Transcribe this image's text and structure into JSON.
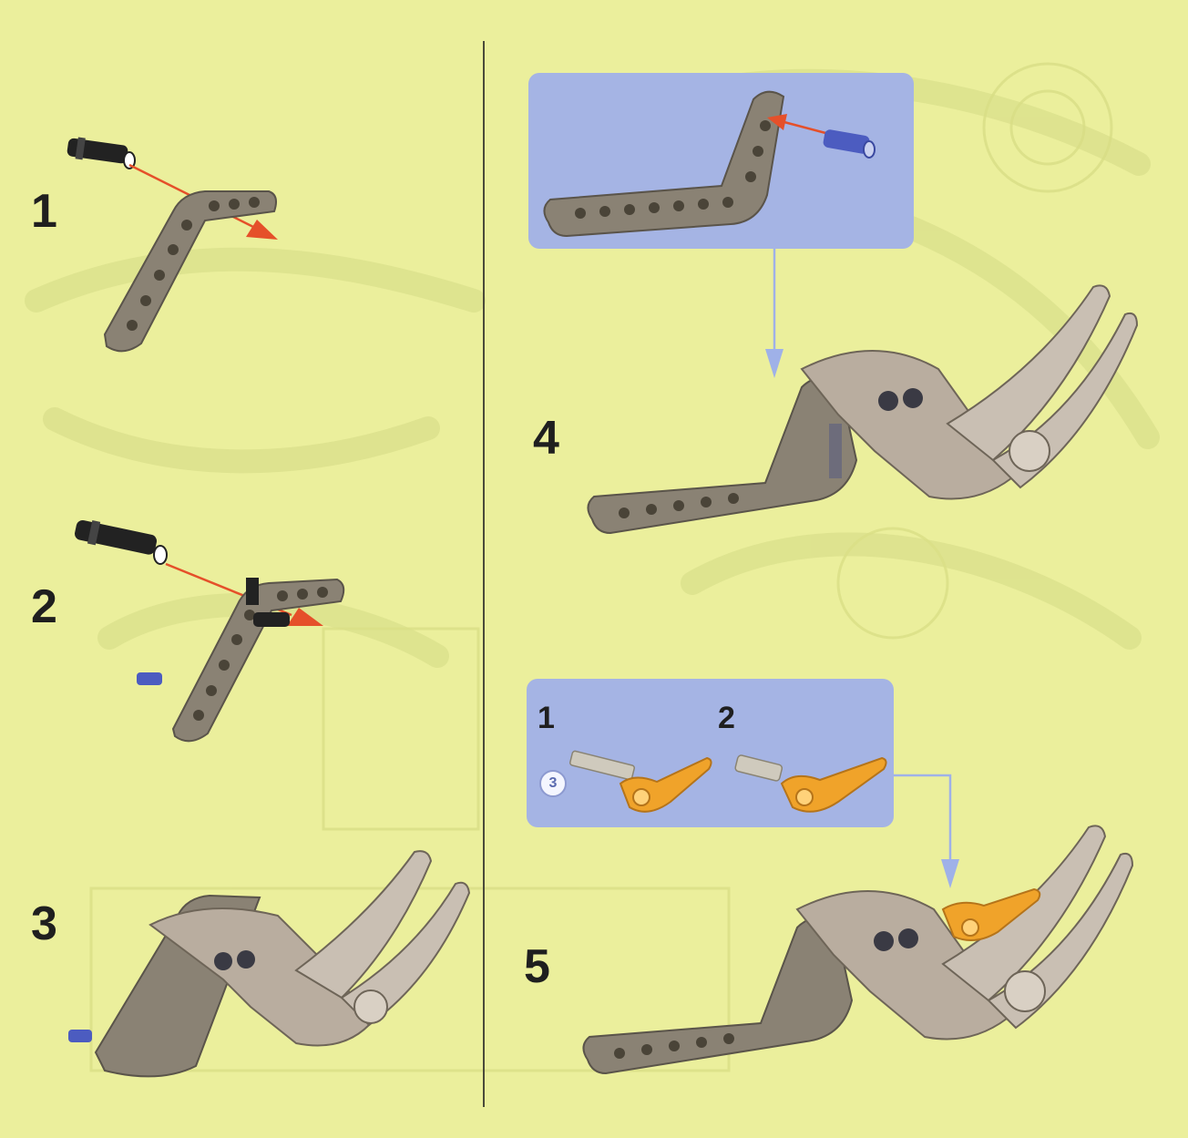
{
  "steps": [
    {
      "number": "1"
    },
    {
      "number": "2"
    },
    {
      "number": "3"
    },
    {
      "number": "4"
    },
    {
      "number": "5"
    }
  ],
  "callout_step5": {
    "substeps": [
      "1",
      "2"
    ],
    "quantity": "3"
  },
  "colors": {
    "page_background": "#ebef9c",
    "callout_background": "#a5b4e4",
    "beam_gray": "#8a8274",
    "part_light": "#b9ad9f",
    "pin_black": "#222222",
    "pin_blue": "#4c5cc0",
    "tooth_orange": "#f0a32a",
    "arrow_red": "#e5502a",
    "arrow_blue": "#9fb1e8"
  },
  "icons": [
    "black-pin-icon",
    "blue-pin-icon",
    "bent-beam-icon",
    "claw-assembly-icon",
    "orange-tooth-icon",
    "axle-icon"
  ]
}
